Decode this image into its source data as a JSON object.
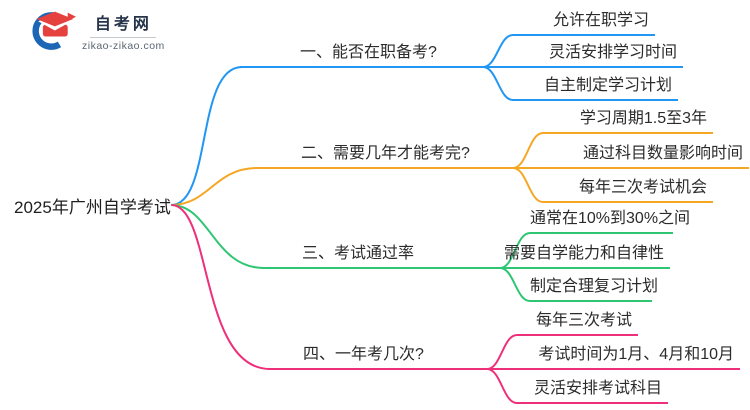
{
  "logo": {
    "site_name": "自考网",
    "site_url": "zikao-zikao.com",
    "icon_colors": {
      "cap_red": "#e5413e",
      "crescent_blue": "#1b66b5"
    }
  },
  "mindmap": {
    "root": {
      "label": "2025年广州自学考试"
    },
    "branches": [
      {
        "label": "一、能否在职备考?",
        "color": "#2196f3",
        "children": [
          "允许在职学习",
          "灵活安排学习时间",
          "自主制定学习计划"
        ]
      },
      {
        "label": "二、需要几年才能考完?",
        "color": "#f5a623",
        "children": [
          "学习周期1.5至3年",
          "通过科目数量影响时间",
          "每年三次考试机会"
        ]
      },
      {
        "label": "三、考试通过率",
        "color": "#2ec573",
        "children": [
          "通常在10%到30%之间",
          "需要自学能力和自律性",
          "制定合理复习计划"
        ]
      },
      {
        "label": "四、一年考几次?",
        "color": "#ee2f79",
        "children": [
          "每年三次考试",
          "考试时间为1月、4月和10月",
          "灵活安排考试科目"
        ]
      }
    ]
  }
}
